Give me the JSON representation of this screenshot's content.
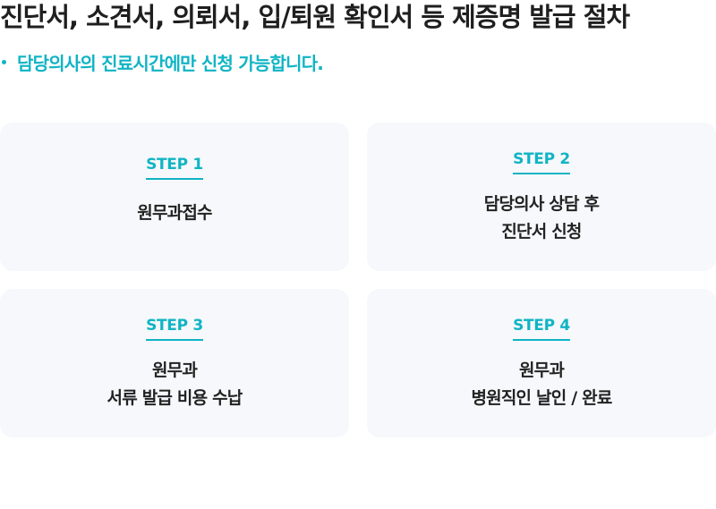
{
  "header": {
    "title": "진단서, 소견서, 의뢰서, 입/퇴원 확인서 등 제증명 발급 절차",
    "notice": "담당의사의 진료시간에만 신청 가능합니다."
  },
  "steps": [
    {
      "label": "STEP 1",
      "lines": [
        "원무과접수"
      ]
    },
    {
      "label": "STEP 2",
      "lines": [
        "담당의사 상담 후",
        "진단서 신청"
      ]
    },
    {
      "label": "STEP 3",
      "lines": [
        "원무과",
        "서류 발급 비용 수납"
      ]
    },
    {
      "label": "STEP 4",
      "lines": [
        "원무과",
        "병원직인 날인 / 완료"
      ]
    }
  ],
  "colors": {
    "accent": "#10b4c4",
    "card_background": "#f6f8fb",
    "text": "#222222"
  }
}
